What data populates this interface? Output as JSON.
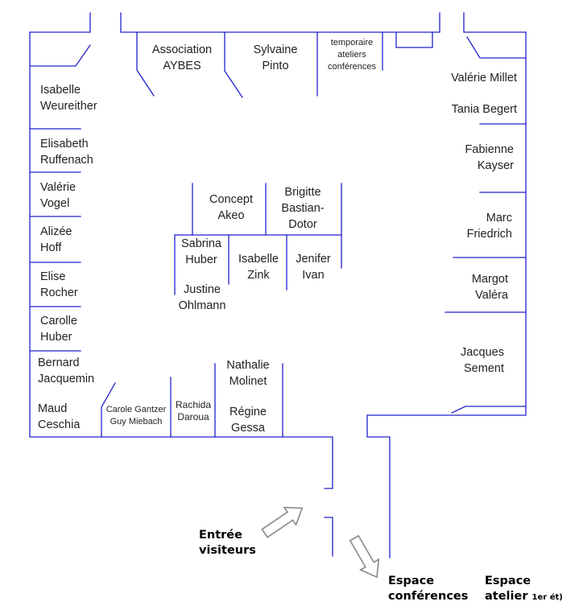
{
  "stands": {
    "association_aybes": "Association\nAYBES",
    "sylvaine_pinto": "Sylvaine\nPinto",
    "temporaire": "temporaire\nateliers\nconférences",
    "isabelle_weureither": "Isabelle\nWeureither",
    "elisabeth_ruffenach": "Elisabeth\nRuffenach",
    "valerie_vogel": "Valérie\nVogel",
    "alizee_hoff": "Alizée\nHoff",
    "elise_rocher": "Elise\nRocher",
    "carolle_huber": "Carolle\nHuber",
    "bernard_jacquemin": "Bernard\nJacquemin",
    "maud_ceschia": "Maud\nCeschia",
    "carole_guy": "Carole Gantzer\nGuy Miebach",
    "rachida_daroua": "Rachida\nDaroua",
    "nathalie_molinet": "Nathalie\nMolinet",
    "regine_gessa": "Régine\nGessa",
    "concept_akeo": "Concept\nAkeo",
    "brigitte_bastian": "Brigitte\nBastian-\nDotor",
    "sabrina_huber": "Sabrina\nHuber",
    "isabelle_zink": "Isabelle\nZink",
    "jenifer_ivan": "Jenifer\nIvan",
    "justine_ohlmann": "Justine\nOhlmann",
    "valerie_millet": "Valérie Millet",
    "tania_begert": "Tania Begert",
    "fabienne_kayser": "Fabienne\nKayser",
    "marc_friedrich": "Marc\nFriedrich",
    "margot_valera": "Margot\nValéra",
    "jacques_sement": "Jacques\nSement"
  },
  "entrance": {
    "line1": "Entrée",
    "line2": "visiteurs"
  },
  "espace_conferences": {
    "line1": "Espace",
    "line2": "conférences"
  },
  "espace_atelier": {
    "line1": "Espace",
    "line2": "atelier",
    "suffix": "1er ét)"
  }
}
